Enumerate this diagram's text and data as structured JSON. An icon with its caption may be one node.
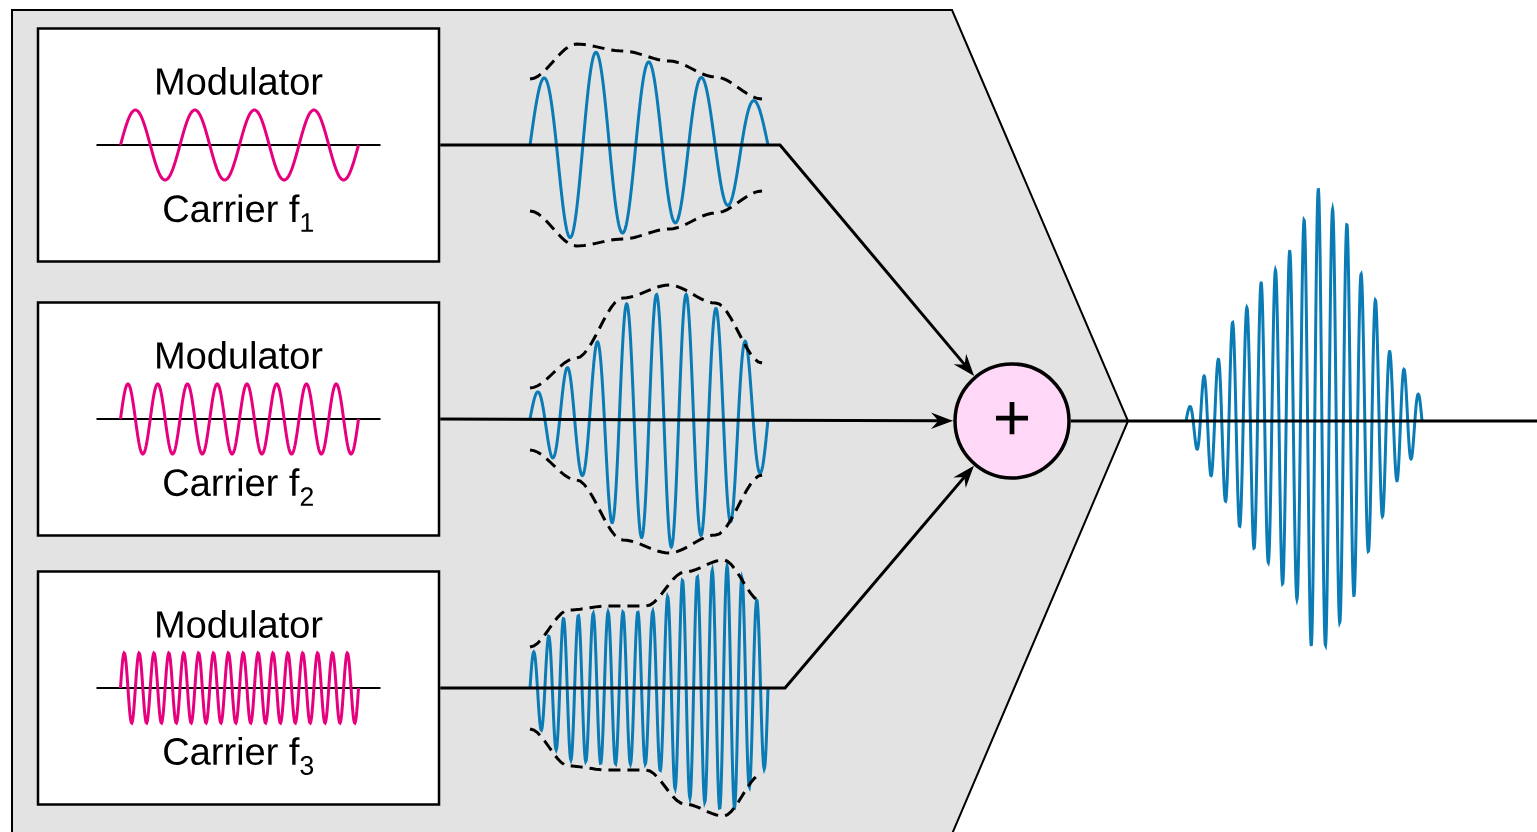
{
  "diagram": {
    "nodes": [
      {
        "text": [],
        "shape": "band"
      },
      {
        "text": [
          "Modulator",
          "Carrier f$_{1}$"
        ],
        "in": 0
      },
      {
        "text": [
          "Modulator",
          "Carrier f$_{2}$"
        ],
        "in": 0
      },
      {
        "text": [
          "Modulator",
          "Carrier f$_{3}$"
        ],
        "in": 0
      },
      {
        "text": [
          "+"
        ],
        "in": 0
      }
    ],
    "edges": [
      {
        "from": 1,
        "to": 4,
        "arrow": "to"
      },
      {
        "from": 2,
        "to": 4,
        "arrow": "to"
      },
      {
        "from": 3,
        "to": 4,
        "arrow": "to"
      },
      {
        "from": 4,
        "to": null,
        "arrow": "none"
      }
    ]
  }
}
